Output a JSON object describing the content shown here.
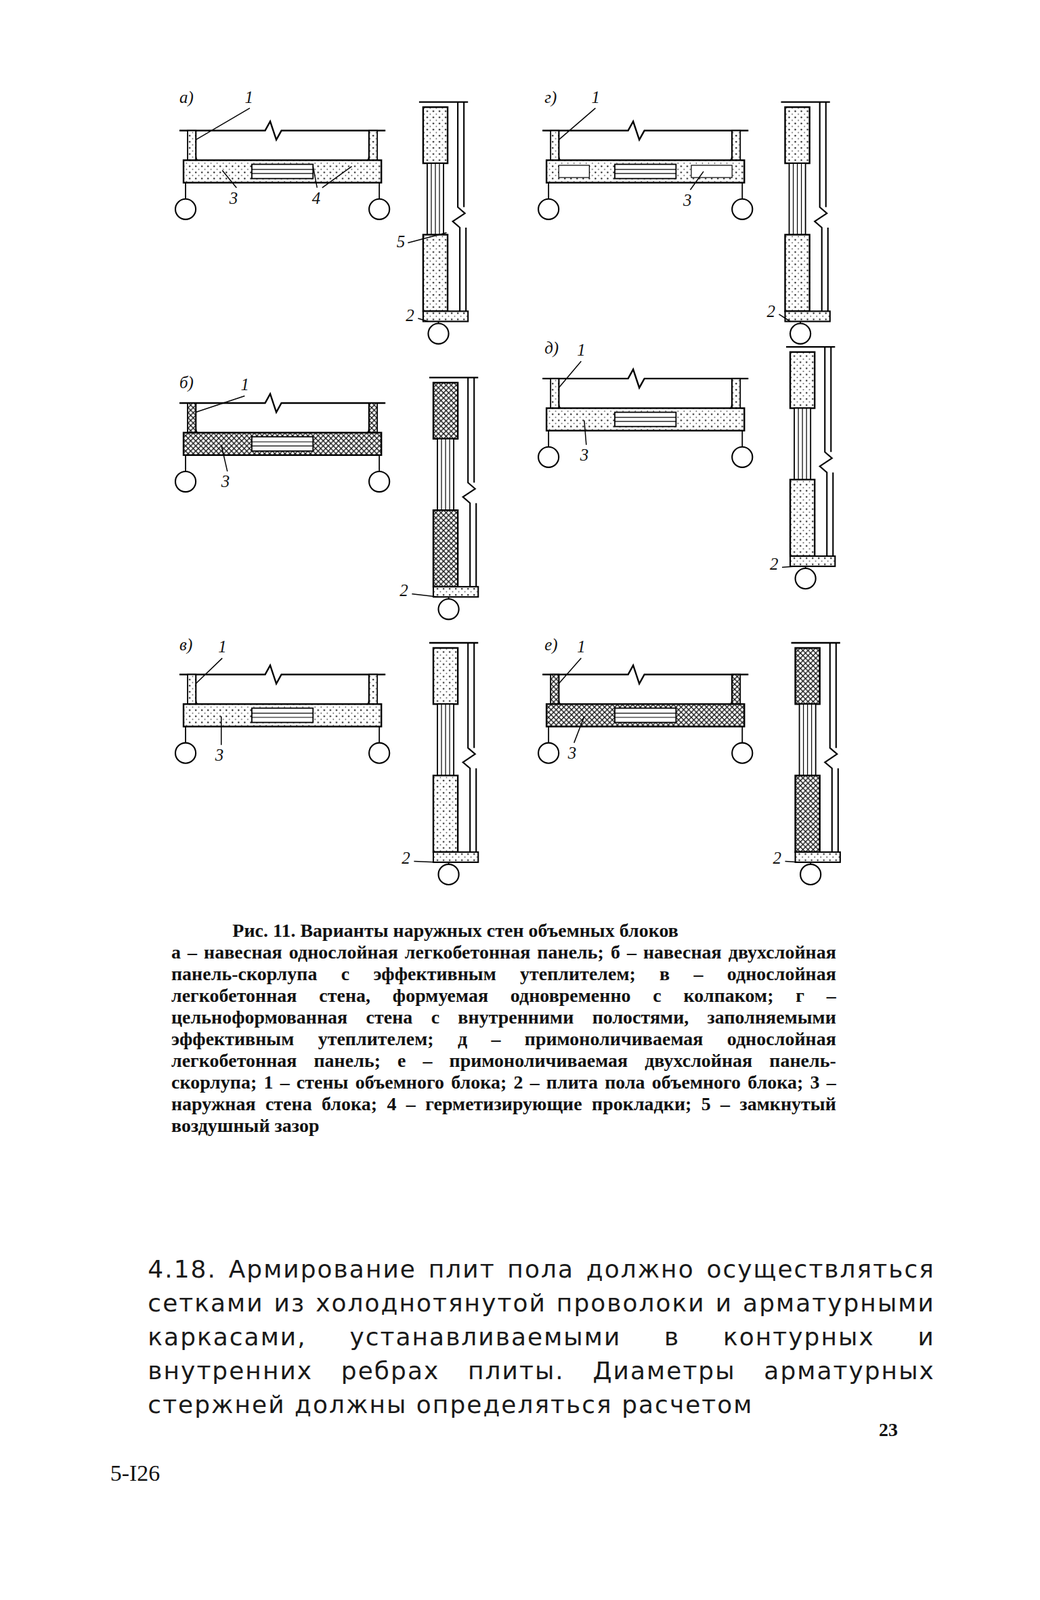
{
  "diagram": {
    "title": "Рис. 11. Варианты наружных стен объемных блоков",
    "caption": "а – навесная однослойная легкобетонная панель; б – навесная двухслойная панель-скорлупа с эффективным утеплителем; в – однослойная легкобетонная стена, формуемая одновременно с колпаком; г – цельноформованная стена с внутренними полостями, заполняемыми эффективным утеплителем; д – примоноличиваемая однослойная легкобетонная панель; е – примоноличиваемая двухслойная панель-скорлупа; 1 – стены объемного блока; 2 – плита пола объемного блока; 3 – наружная стена блока; 4 – герметизирующие прокладки; 5 – замкнутый воздушный зазор",
    "labels": [
      "а)",
      "1",
      "3",
      "4",
      "5",
      "2",
      "г)",
      "1",
      "3",
      "2",
      "б)",
      "1",
      "3",
      "2",
      "д)",
      "1",
      "3",
      "2",
      "в)",
      "1",
      "3",
      "2",
      "е)",
      "1",
      "3",
      "2",
      "4.18. Армирование плит пола должно осуществляться сетками из холоднотянутой проволоки и арматурными каркасами, устанавливаемыми в контурных и внутренних ребрах плиты. Диаметры арматурных стержней должны определяться расчетом",
      "23",
      "5-I26"
    ]
  }
}
